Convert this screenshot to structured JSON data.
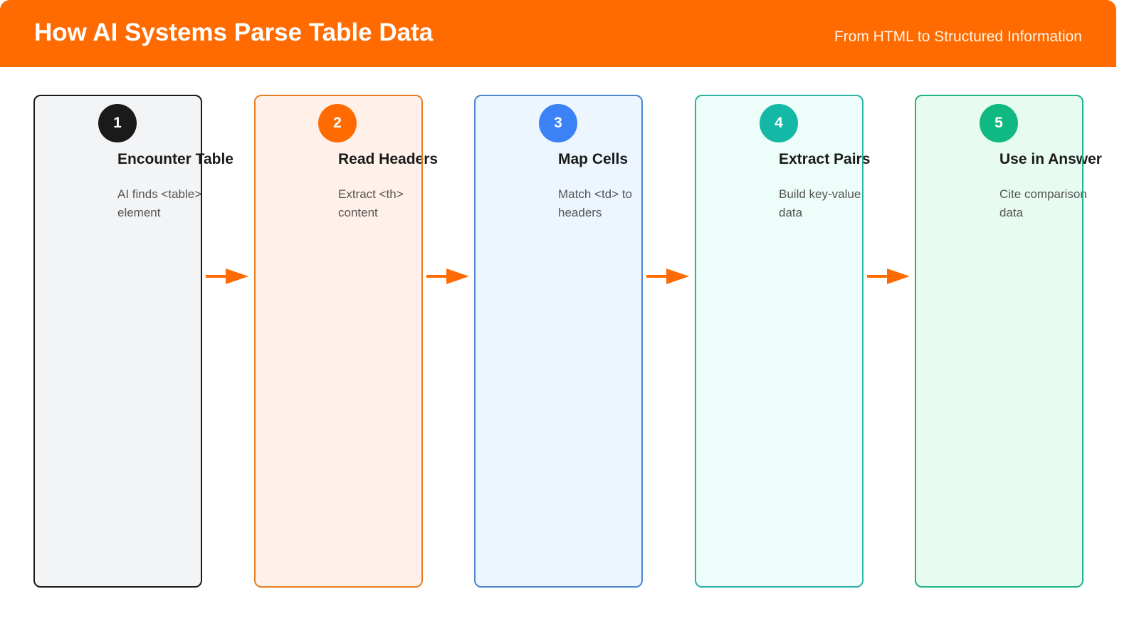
{
  "header": {
    "title": "How AI Systems Parse Table Data",
    "subtitle": "From HTML to Structured Information",
    "background": "#ff6b00"
  },
  "steps": [
    {
      "number": "1",
      "title": "Encounter Table",
      "description": "AI finds <table> element",
      "circle_color": "#1a1a1a",
      "border_color": "#1a1a1a",
      "fill_color": "#f3f4f6"
    },
    {
      "number": "2",
      "title": "Read Headers",
      "description": "Extract <th> content",
      "circle_color": "#ff6b00",
      "border_color": "#e67e22",
      "fill_color": "#fff1e9"
    },
    {
      "number": "3",
      "title": "Map Cells",
      "description": "Match <td> to headers",
      "circle_color": "#3b82f6",
      "border_color": "#4a86d0",
      "fill_color": "#edf5ff"
    },
    {
      "number": "4",
      "title": "Extract Pairs",
      "description": "Build key-value data",
      "circle_color": "#14b8a6",
      "border_color": "#2bb3a6",
      "fill_color": "#edfdf9"
    },
    {
      "number": "5",
      "title": "Use in Answer",
      "description": "Cite comparison data",
      "circle_color": "#10b981",
      "border_color": "#22b38a",
      "fill_color": "#e8fbf1"
    }
  ],
  "arrows": [
    {
      "from": "1",
      "to": "2",
      "color": "#ff6b00"
    },
    {
      "from": "2",
      "to": "3",
      "color": "#ff6b00"
    },
    {
      "from": "3",
      "to": "4",
      "color": "#ff6b00"
    },
    {
      "from": "4",
      "to": "5",
      "color": "#ff6b00"
    }
  ]
}
